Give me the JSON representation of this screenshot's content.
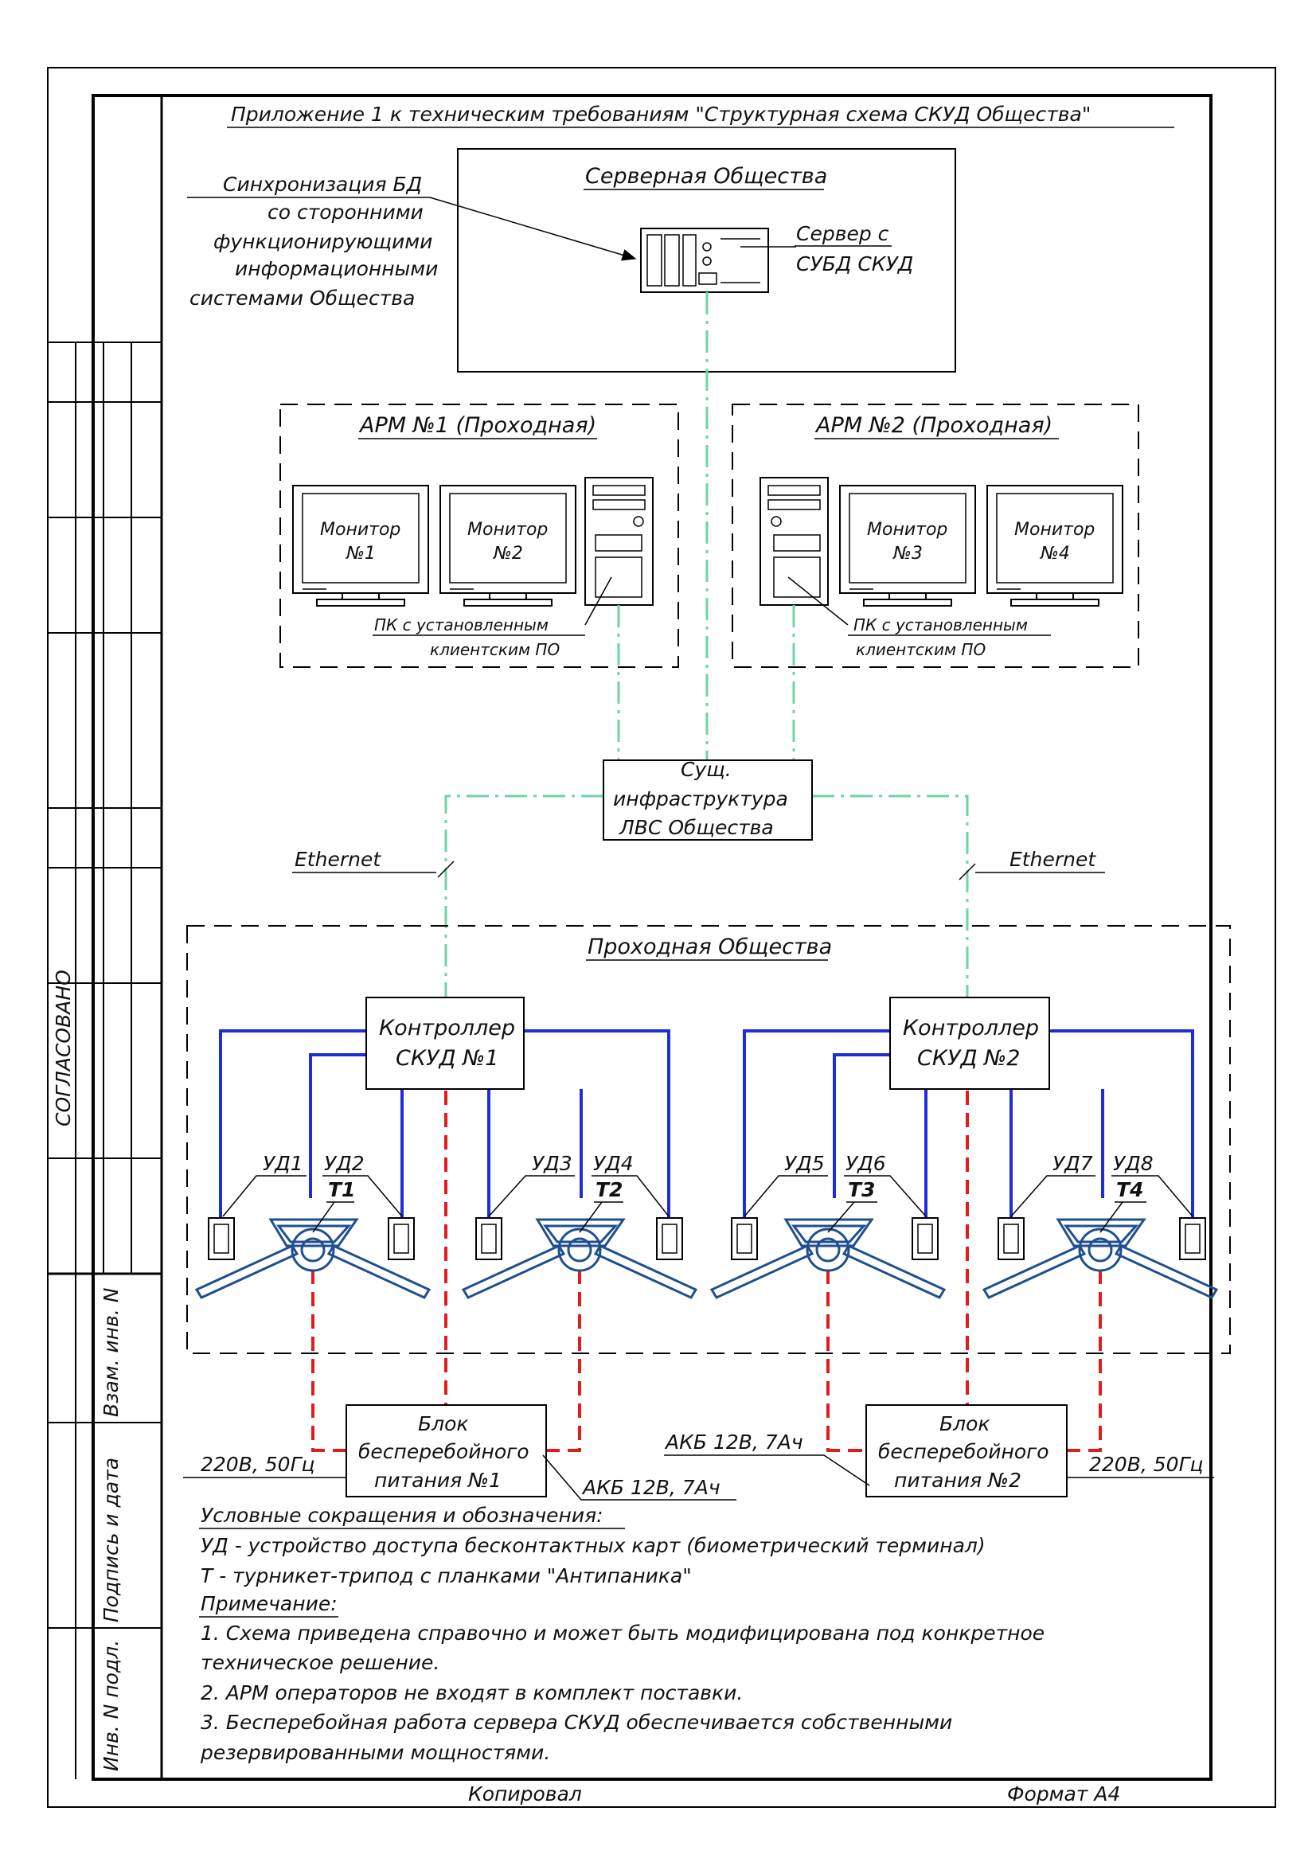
{
  "title": "Приложение 1 к техническим требованиям \"Структурная схема СКУД Общества\"",
  "server_room": {
    "label": "Серверная Общества",
    "server_label_1": "Сервер с",
    "server_label_2": "СУБД СКУД",
    "sync_note": [
      "Синхронизация БД",
      "со сторонними",
      "функционирующими",
      "информационными",
      "системами Общества"
    ]
  },
  "arm1": {
    "label": "АРМ №1 (Проходная)",
    "monitors": [
      [
        "Монитор",
        "№1"
      ],
      [
        "Монитор",
        "№2"
      ]
    ],
    "pc_label_1": "ПК с установленным",
    "pc_label_2": "клиентским ПО"
  },
  "arm2": {
    "label": "АРМ №2 (Проходная)",
    "monitors": [
      [
        "Монитор",
        "№3"
      ],
      [
        "Монитор",
        "№4"
      ]
    ],
    "pc_label_1": "ПК с установленным",
    "pc_label_2": "клиентским ПО"
  },
  "lan": {
    "lines": [
      "Сущ.",
      "инфраструктура",
      "ЛВС Общества"
    ],
    "ethernet_left": "Ethernet",
    "ethernet_right": "Ethernet"
  },
  "checkpoint": {
    "label": "Проходная Общества",
    "controller1": [
      "Контроллер",
      "СКУД №1"
    ],
    "controller2": [
      "Контроллер",
      "СКУД №2"
    ],
    "readers": [
      "УД1",
      "УД2",
      "УД3",
      "УД4",
      "УД5",
      "УД6",
      "УД7",
      "УД8"
    ],
    "turnstiles": [
      "Т1",
      "Т2",
      "Т3",
      "Т4"
    ]
  },
  "ups1": {
    "lines": [
      "Блок",
      "бесперебойного",
      "питания №1"
    ],
    "mains": "220В, 50Гц",
    "battery": "АКБ 12В, 7Ач"
  },
  "ups2": {
    "lines": [
      "Блок",
      "бесперебойного",
      "питания №2"
    ],
    "mains": "220В, 50Гц",
    "battery": "АКБ 12В, 7Ач"
  },
  "legend": {
    "heading": "Условные сокращения и обозначения:",
    "items": [
      "УД - устройство доступа бесконтактных карт (биометрический терминал)",
      "Т - турникет-трипод с планками \"Антипаника\""
    ]
  },
  "notes": {
    "heading": "Примечание:",
    "lines": [
      "1. Схема приведена справочно и может быть модифицирована под конкретное",
      "техническое решение.",
      "2. АРМ операторов не входят в комплект поставки.",
      "3. Бесперебойная работа сервера СКУД обеспечивается собственными",
      "резервированными мощностями."
    ]
  },
  "side_stamp": {
    "agreed": "СОГЛАСОВАНО",
    "inv_repl": "Взам. инв. N",
    "sign_date": "Подпись и дата",
    "inv_orig": "Инв. N подл."
  },
  "footer": {
    "copied": "Копировал",
    "format": "Формат А4"
  },
  "colors": {
    "network": "#6fd3a5",
    "signal": "#1b2ed8",
    "power": "#e21b1b",
    "turnstile": "#1f4f8f"
  }
}
